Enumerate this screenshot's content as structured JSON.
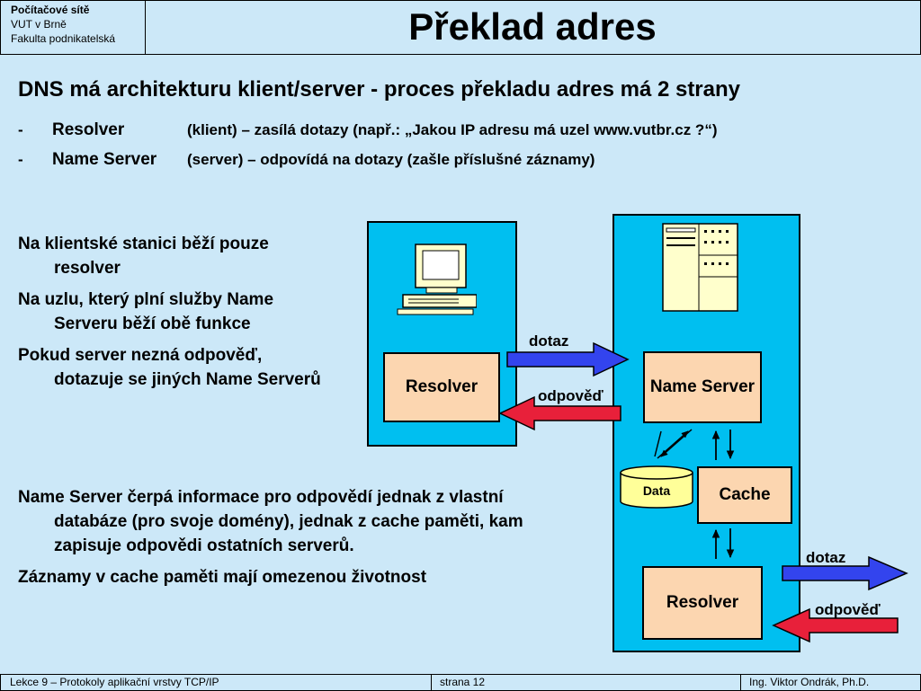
{
  "header": {
    "course": "Počítačové sítě",
    "university": "VUT v Brně",
    "faculty": "Fakulta podnikatelská",
    "title": "Překlad adres"
  },
  "intro": {
    "heading": "DNS má architekturu klient/server - proces překladu adres má 2 strany",
    "items": [
      {
        "dash": "-",
        "term": "Resolver",
        "desc": "(klient) – zasílá dotazy (např.: „Jakou IP adresu má uzel www.vutbr.cz ?“)"
      },
      {
        "dash": "-",
        "term": "Name Server",
        "desc": "(server) – odpovídá na dotazy (zašle příslušné záznamy)"
      }
    ]
  },
  "left_text": [
    "Na klientské stanici běží pouze resolver",
    "Na uzlu, který plní služby Name Serveru běží obě funkce",
    "Pokud server nezná odpověď, dotazuje se jiných Name Serverů"
  ],
  "bottom_text": [
    "Name Server čerpá informace pro odpovědí jednak z vlastní databáze (pro svoje domény), jednak z cache paměti, kam zapisuje odpovědi ostatních serverů.",
    "Záznamy v cache paměti mají omezenou životnost"
  ],
  "diagram": {
    "client_resolver": "Resolver",
    "name_server": "Name Server",
    "data": "Data",
    "cache": "Cache",
    "server_resolver": "Resolver",
    "query1": "dotaz",
    "answer1": "odpověď",
    "query2": "dotaz",
    "answer2": "odpověď"
  },
  "footer": {
    "lecture": "Lekce 9 – Protokoly aplikační vrstvy TCP/IP",
    "page": "strana 12",
    "author": "Ing. Viktor Ondrák, Ph.D."
  },
  "colors": {
    "background": "#cce8f8",
    "node_box": "#00bff0",
    "component": "#fcd6b0",
    "query_arrow": "#3344ee",
    "answer_arrow": "#e8203a",
    "data_cylinder": "#ffff99"
  }
}
